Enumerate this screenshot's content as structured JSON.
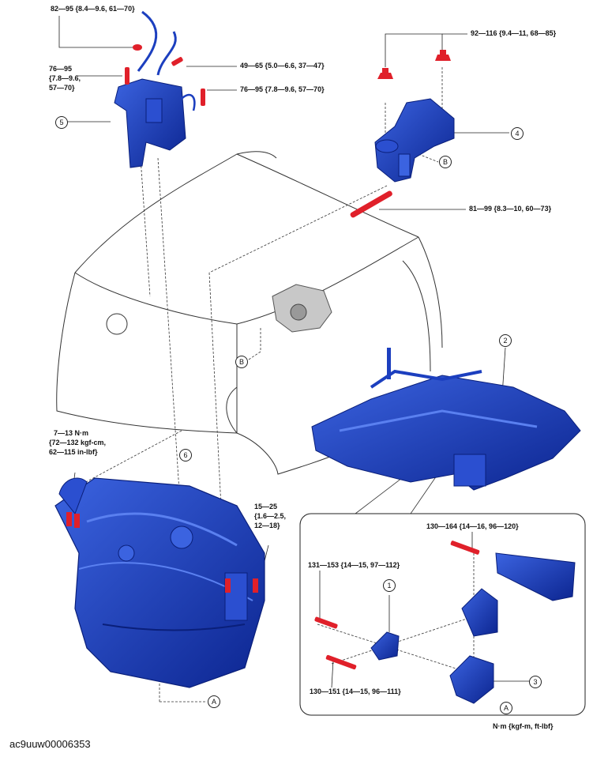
{
  "torque": {
    "t1": "82—95 {8.4—9.6, 61—70}",
    "t2a": "76—95",
    "t2b": "{7.8—9.6,",
    "t2c": "57—70}",
    "t3": "49—65 {5.0—6.6, 37—47}",
    "t4": "76—95 {7.8—9.6, 57—70}",
    "t5": "92—116 {9.4—11, 68—85}",
    "t6": "81—99 {8.3—10, 60—73}",
    "t7a": "7—13 N·m",
    "t7b": "{72—132 kgf-cm,",
    "t7c": "62—115 in-lbf}",
    "t8a": "15—25",
    "t8b": "{1.6—2.5,",
    "t8c": "12—18}",
    "t9": "130—164 {14—16, 96—120}",
    "t10": "131—153 {14—15, 97—112}",
    "t11": "130—151 {14—15, 96—111}"
  },
  "callouts": {
    "c1": "1",
    "c2": "2",
    "c3": "3",
    "c4": "4",
    "c5": "5",
    "c6": "6"
  },
  "refs": {
    "a1": "A",
    "a2": "A",
    "b1": "B",
    "b2": "B"
  },
  "units": "N·m {kgf-m, ft-lbf}",
  "figure_id": "ac9uuw00006353",
  "colors": {
    "part_blue": "#1c3fbf",
    "part_dark": "#0a1f7a",
    "bolt_red": "#e0202a",
    "line": "#333333"
  }
}
